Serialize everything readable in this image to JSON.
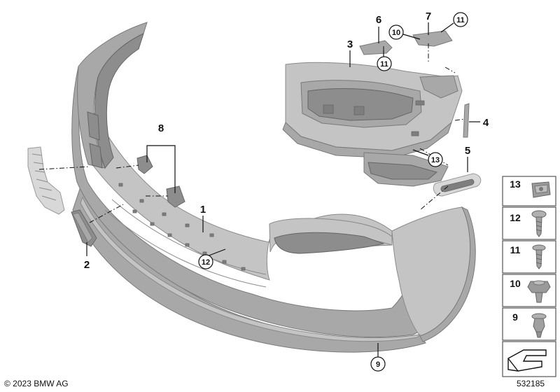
{
  "callouts": {
    "c1": "1",
    "c2": "2",
    "c3": "3",
    "c4": "4",
    "c5": "5",
    "c6": "6",
    "c7": "7",
    "c8": "8",
    "c9": "9",
    "c10": "10",
    "c11a": "11",
    "c11b": "11",
    "c12": "12",
    "c13": "13"
  },
  "legend": {
    "items": [
      {
        "number": "13",
        "icon": "clip-nut-icon"
      },
      {
        "number": "12",
        "icon": "torx-screw-icon"
      },
      {
        "number": "11",
        "icon": "screw-icon"
      },
      {
        "number": "10",
        "icon": "spreader-nut-icon"
      },
      {
        "number": "9",
        "icon": "plastic-rivet-icon"
      }
    ]
  },
  "footer": {
    "copyright": "© 2023 BMW AG",
    "diagram_id": "532185"
  }
}
